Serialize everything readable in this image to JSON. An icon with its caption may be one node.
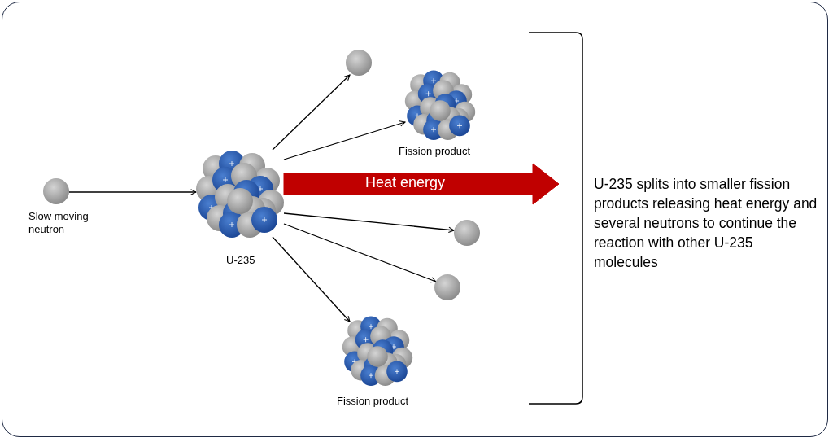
{
  "diagram": {
    "nodes": [
      {
        "text": [],
        "shape": "circle",
        "beside": [
          "Slow moving neutron"
        ]
      },
      {
        "text": [],
        "shape": "picture",
        "beside": [
          "U-235"
        ]
      },
      {
        "text": [],
        "shape": "circle"
      },
      {
        "text": [],
        "shape": "picture",
        "beside": [
          "Fission product"
        ]
      },
      {
        "text": [],
        "shape": "circle"
      },
      {
        "text": [],
        "shape": "circle"
      },
      {
        "text": [],
        "shape": "picture",
        "beside": [
          "Fission product"
        ]
      }
    ],
    "edges": [
      {
        "from": 0,
        "to": 1,
        "arrow": "to"
      },
      {
        "from": 1,
        "to": 2,
        "arrow": "to"
      },
      {
        "from": 1,
        "to": 3,
        "arrow": "to"
      },
      {
        "from": 1,
        "to": 4,
        "arrow": "to"
      },
      {
        "from": 1,
        "to": 5,
        "arrow": "to"
      },
      {
        "from": 1,
        "to": 6,
        "arrow": "to"
      },
      {
        "from": 1,
        "to": null,
        "arrow": "to",
        "label": "Heat energy",
        "style": "thick",
        "color": "#c00000"
      }
    ],
    "labels": [
      "U-235 splits into smaller fission products releasing heat energy and several neutrons to continue the reaction with other U-235 molecules"
    ]
  }
}
